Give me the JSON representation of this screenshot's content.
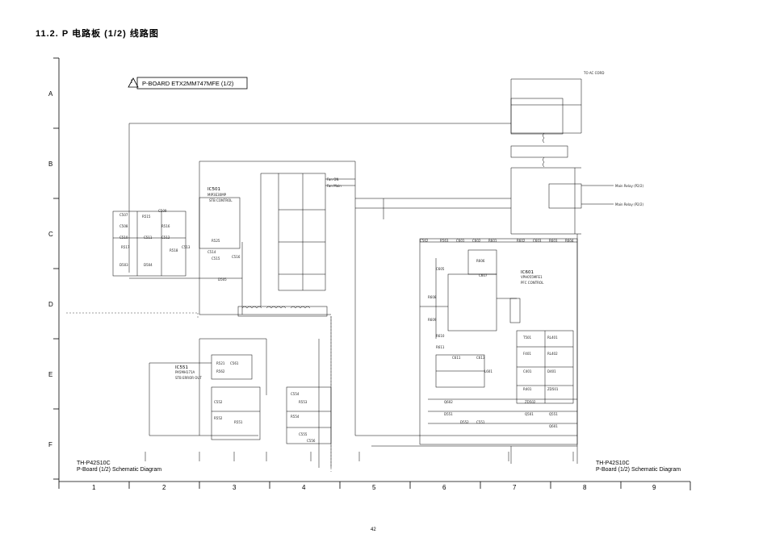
{
  "heading": "11.2. P 电路板 (1/2) 线路图",
  "board_title": "P-BOARD ETX2MM747MFE (1/2)",
  "warning_symbol": "!",
  "rows": [
    "A",
    "B",
    "C",
    "D",
    "E",
    "F"
  ],
  "columns": [
    "1",
    "2",
    "3",
    "4",
    "5",
    "6",
    "7",
    "8",
    "9"
  ],
  "ics": [
    {
      "ref": "IC501",
      "part": "MIP3E30MP",
      "function": "STB CONTROL"
    },
    {
      "ref": "IC601",
      "part": "VPH055MFE1",
      "function": "PFC CONTROL"
    },
    {
      "ref": "IC551",
      "part": "PA5MH171A",
      "function": "STB ERROR OUT"
    }
  ],
  "connectors": {
    "ac_cord": "TO AC CORD",
    "main_relay_1": "Main Relay (P2/2)",
    "main_relay_2": "Main Relay (P2/2)",
    "fan_on": "Fan ON",
    "fan_main": "Fan Main"
  },
  "component_labels": [
    "C507",
    "C508",
    "C509",
    "R515",
    "R516",
    "C510",
    "R517",
    "C511",
    "C512",
    "R518",
    "D503",
    "D504",
    "R525",
    "C513",
    "C514",
    "C515",
    "C516",
    "D505",
    "R521",
    "C561",
    "R562",
    "C562",
    "R563",
    "C601",
    "C602",
    "R601",
    "R602",
    "C603",
    "R603",
    "R604",
    "C605",
    "R606",
    "C607",
    "R608",
    "R609",
    "R610",
    "R611",
    "C611",
    "C613",
    "L601",
    "T501",
    "F401",
    "C401",
    "R401",
    "RL401",
    "RL402",
    "D401",
    "ZD501",
    "ZD502",
    "Q501",
    "Q551",
    "Q601",
    "Q602",
    "D551",
    "D552",
    "C551",
    "C552",
    "R551",
    "R552",
    "C554",
    "R553",
    "R554",
    "C555",
    "C556"
  ],
  "model_left": {
    "model": "TH-P42S10C",
    "caption": "P-Board (1/2) Schematic Diagram"
  },
  "model_right": {
    "model": "TH-P42S10C",
    "caption": "P-Board (1/2) Schematic Diagram"
  },
  "page_number": "42"
}
